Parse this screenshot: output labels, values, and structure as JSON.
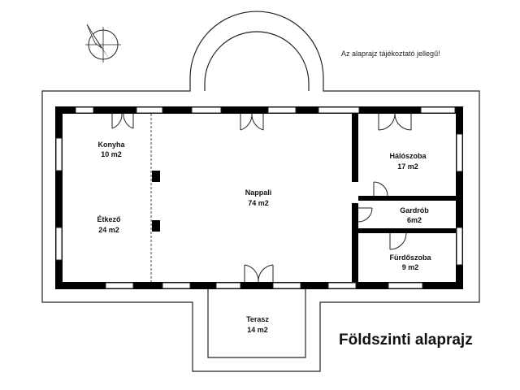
{
  "note": "Az alaprajz tájékoztató jellegű!",
  "title": "Földszinti alaprajz",
  "icons": {
    "compass": "compass-north-arrow-icon"
  },
  "rooms": {
    "konyha": {
      "name": "Konyha",
      "area": "10 m2"
    },
    "etkezo": {
      "name": "Étkező",
      "area": "24 m2"
    },
    "nappali": {
      "name": "Nappali",
      "area": "74 m2"
    },
    "haloszoba": {
      "name": "Hálószoba",
      "area": "17 m2"
    },
    "gardrob": {
      "name": "Gardrób",
      "area": "6m2"
    },
    "furdoszoba": {
      "name": "Fürdőszoba",
      "area": "9 m2"
    },
    "terasz": {
      "name": "Terasz",
      "area": "14 m2"
    }
  }
}
